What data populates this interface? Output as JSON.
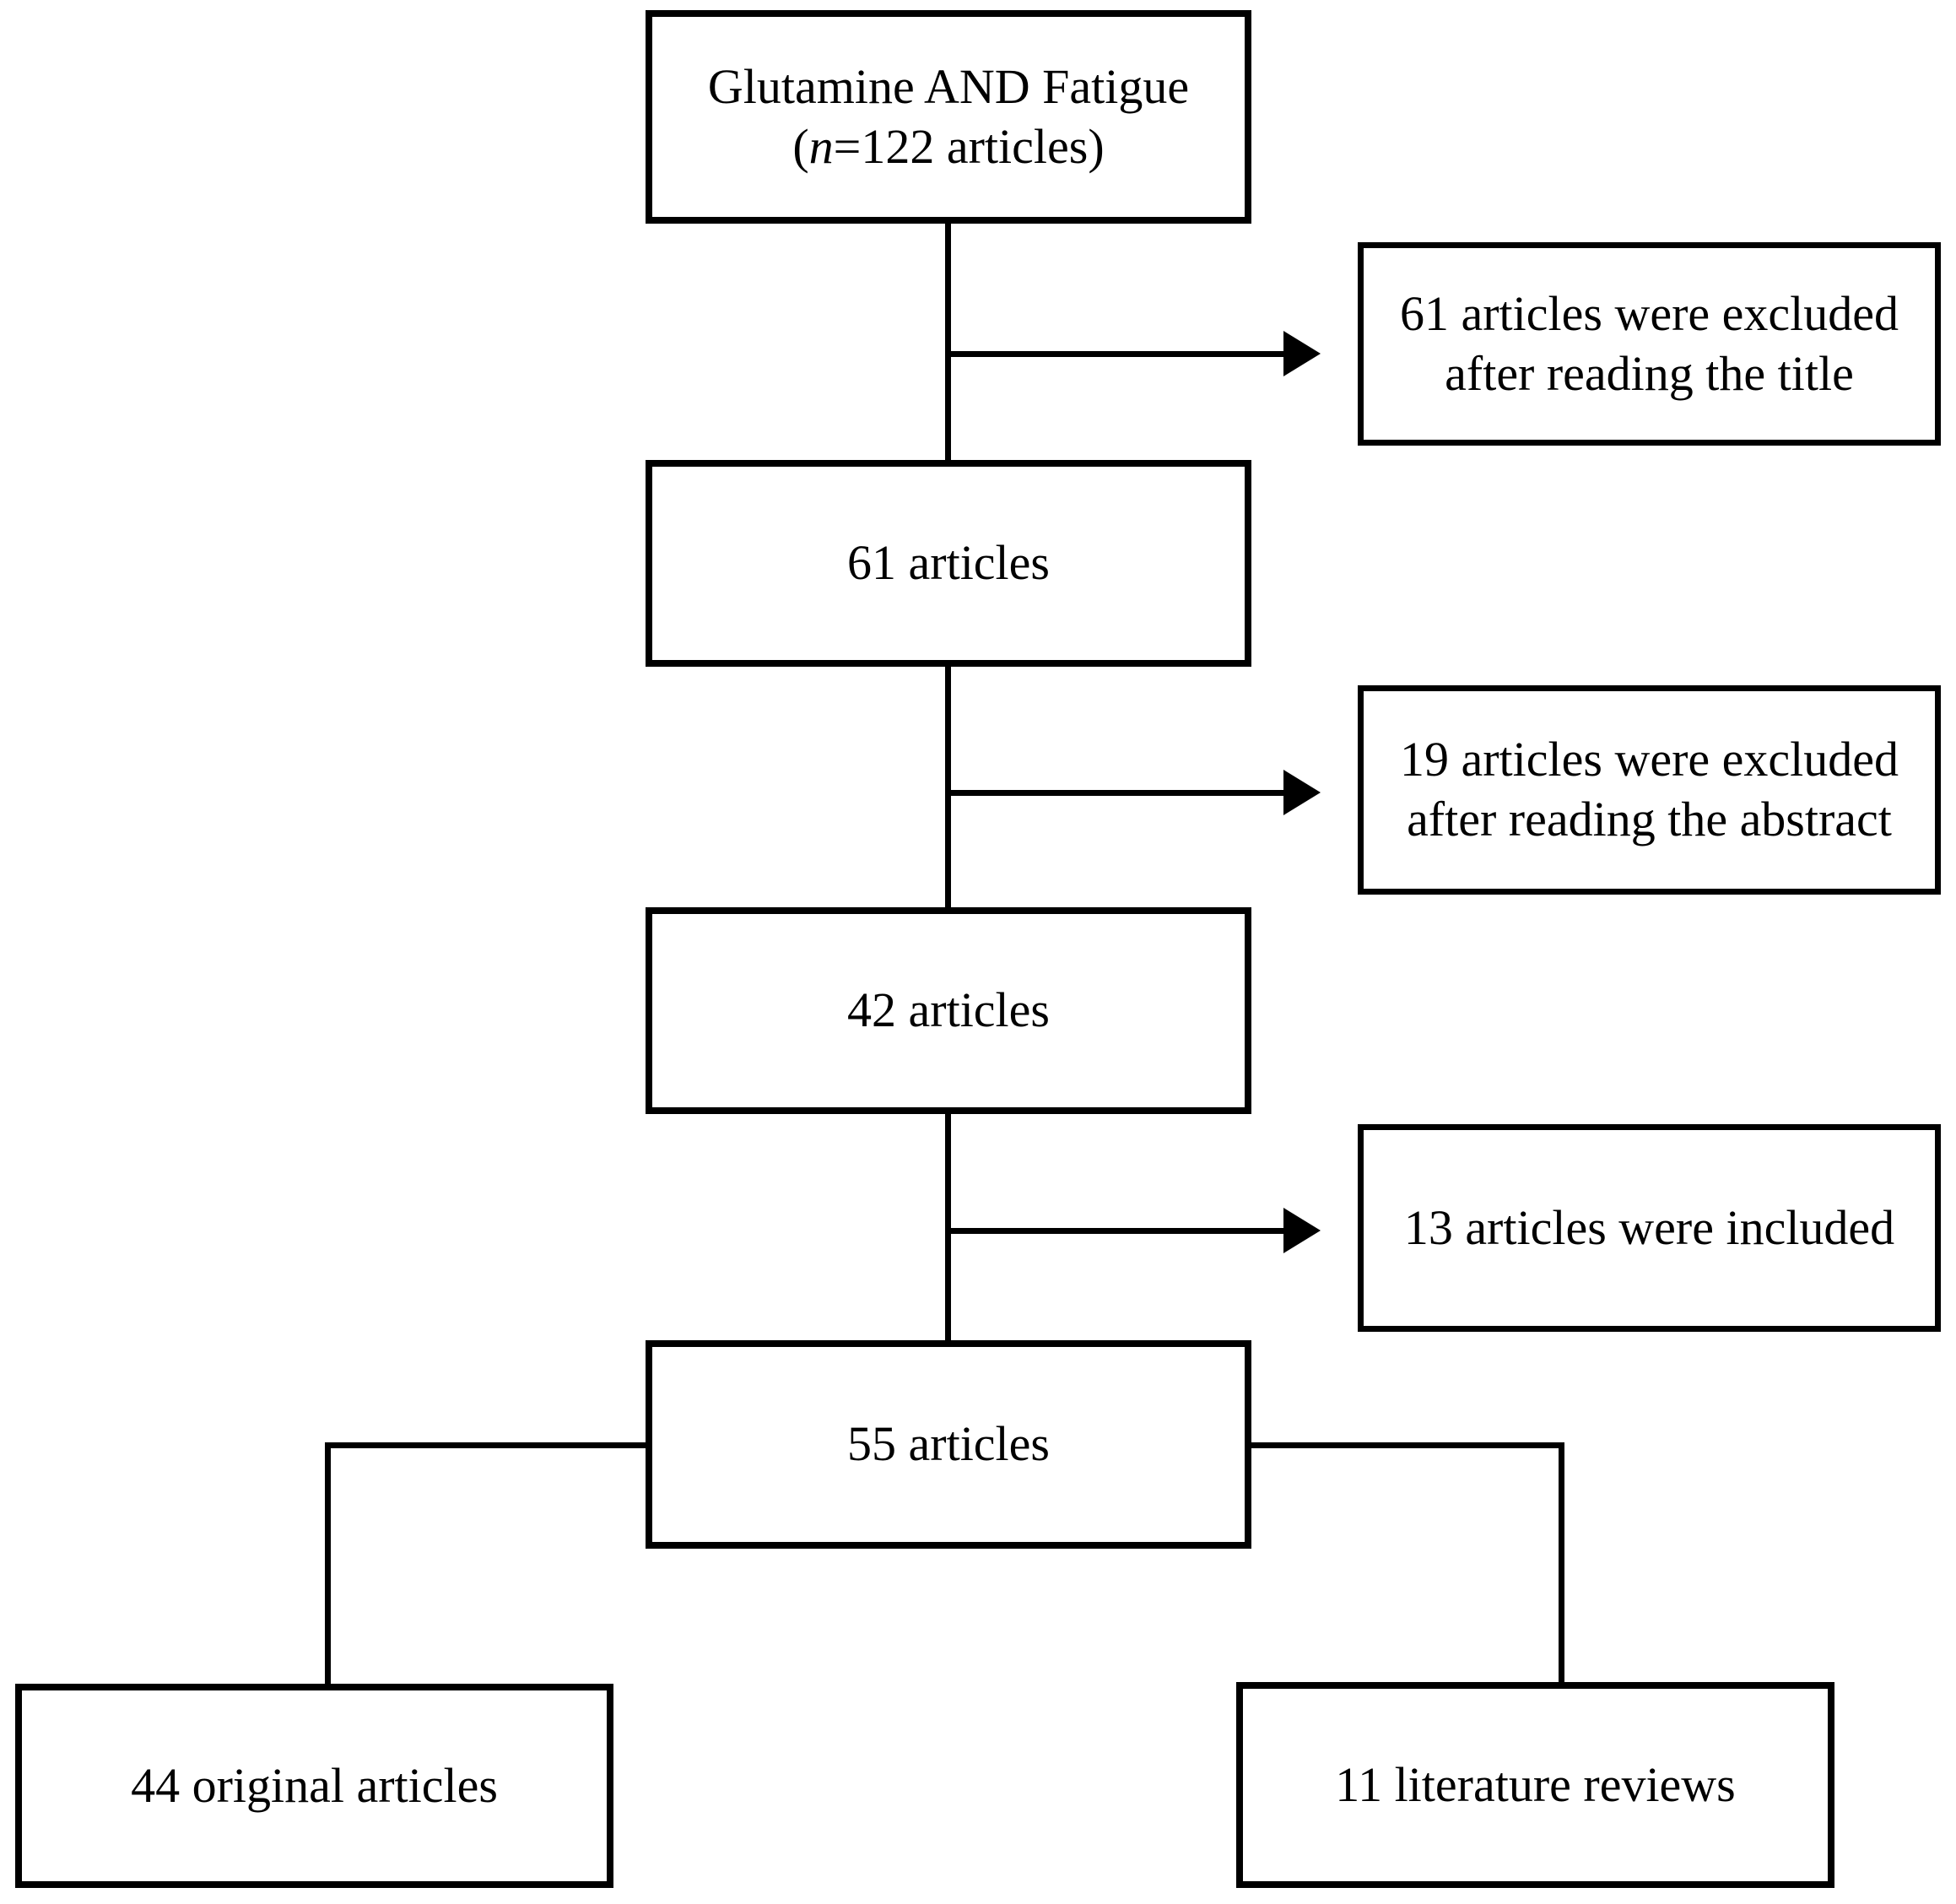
{
  "diagram": {
    "type": "flowchart",
    "description": "Article selection flow for literature search",
    "colors": {
      "background": "#ffffff",
      "box_border": "#000000",
      "line": "#000000",
      "text": "#000000"
    },
    "nodes": {
      "source": {
        "line1": "Glutamine AND Fatigue",
        "line2_open": "(",
        "line2_var": "n",
        "line2_rest": "=122 articles)"
      },
      "excluded_title": {
        "label": "61 articles were excluded after reading the title"
      },
      "after_title_screen": {
        "label": "61 articles"
      },
      "excluded_abstract": {
        "label": "19 articles were excluded after reading the abstract"
      },
      "after_abstract_screen": {
        "label": "42 articles"
      },
      "included_additional": {
        "label": "13 articles were included"
      },
      "total_included": {
        "label": "55 articles"
      },
      "original_articles": {
        "label": "44 original articles"
      },
      "literature_reviews": {
        "label": "11 literature reviews"
      }
    },
    "edges": [
      {
        "from": "source",
        "to": "after_title_screen",
        "style": "plain-line"
      },
      {
        "from": "source",
        "to": "excluded_title",
        "style": "arrow-right"
      },
      {
        "from": "after_title_screen",
        "to": "after_abstract_screen",
        "style": "plain-line"
      },
      {
        "from": "after_title_screen",
        "to": "excluded_abstract",
        "style": "arrow-right"
      },
      {
        "from": "after_abstract_screen",
        "to": "total_included",
        "style": "plain-line"
      },
      {
        "from": "after_abstract_screen",
        "to": "included_additional",
        "style": "arrow-right"
      },
      {
        "from": "total_included",
        "to": "original_articles",
        "style": "plain-line"
      },
      {
        "from": "total_included",
        "to": "literature_reviews",
        "style": "plain-line"
      }
    ]
  }
}
